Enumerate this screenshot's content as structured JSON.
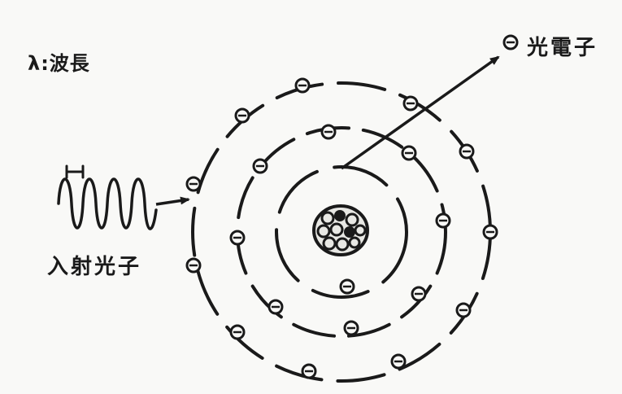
{
  "labels": {
    "wavelength": "λ:波長",
    "photoelectron": "光電子",
    "incident_photon": "入射光子"
  },
  "electron_symbol": "⊖",
  "colors": {
    "ink": "#1a1a1a",
    "paper": "#f9f9f7"
  }
}
